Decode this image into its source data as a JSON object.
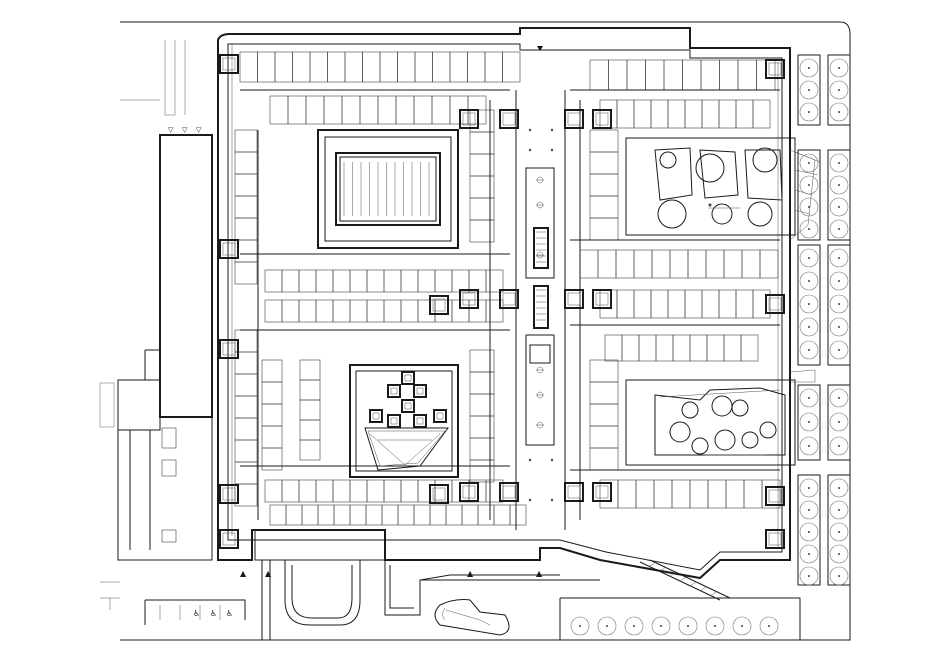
{
  "plan": {
    "background": "#ffffff",
    "line_color": "#1a1a1a",
    "elements": [
      {
        "name": "outer-site-boundary"
      },
      {
        "name": "building-outline"
      },
      {
        "name": "north-courtyard-block"
      },
      {
        "name": "central-atrium-block"
      },
      {
        "name": "central-corridor"
      },
      {
        "name": "east-garden-north"
      },
      {
        "name": "east-garden-south"
      },
      {
        "name": "tree-row-east"
      },
      {
        "name": "tree-row-south"
      },
      {
        "name": "entrance-canopy-west"
      },
      {
        "name": "entrance-canopy-east"
      },
      {
        "name": "roundabout"
      },
      {
        "name": "parking-bay"
      },
      {
        "name": "accessible-parking-icon"
      },
      {
        "name": "stair-core"
      },
      {
        "name": "ramp"
      }
    ],
    "accessible_symbol": "♿",
    "arrow_symbol": "▲"
  }
}
